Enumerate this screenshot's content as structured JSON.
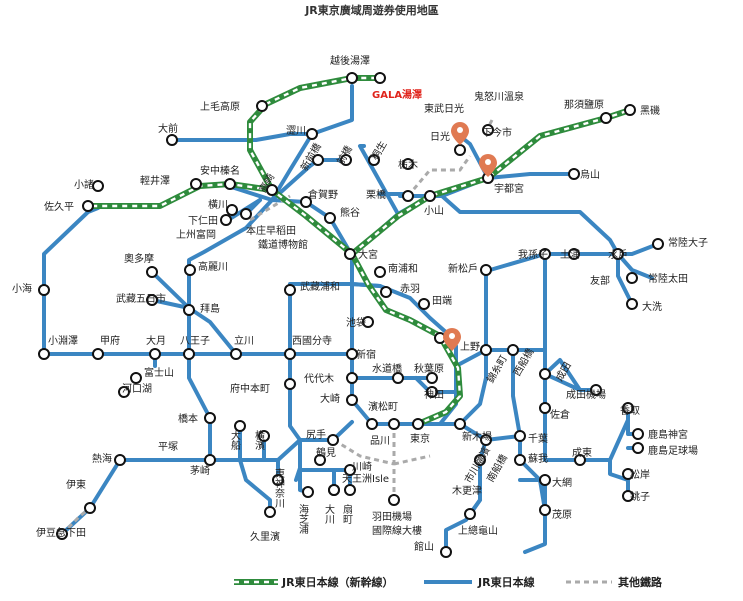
{
  "title": "JR東京廣域周遊券使用地區",
  "highlight_label": "GALA湯澤",
  "colors": {
    "jr_line": "#3b86c2",
    "shinkansen": "#2e8b3c",
    "other_line": "#aaaaaa",
    "pin": "#e07a52",
    "highlight_text": "#e0241c"
  },
  "stations": {
    "echigo_yuzawa": "越後湯澤",
    "kamimoku_kogen": "上毛高原",
    "omae": "大前",
    "shibukawa": "澀川",
    "takasaki": "高崎",
    "shin_maebashi": "新前橋",
    "maebashi": "前橋",
    "kiryu": "桐生",
    "annaka_haruna": "安中榛名",
    "karuizawa": "輕井澤",
    "komoro": "小諸",
    "sakudaira": "佐久平",
    "yokokawa": "橫川",
    "shimonita": "下仁田",
    "kamishu_tomioka": "上州富岡",
    "kuragano": "倉賀野",
    "kumagaya": "熊谷",
    "honjo_waseda": "本庄早稻田",
    "tetsudo_hakubutsukan": "鐵道博物館",
    "omiya": "大宮",
    "tobu_nikko": "東武日光",
    "nikko": "日光",
    "kinugawa_onsen": "鬼怒川溫泉",
    "shimo_imaichi": "下今市",
    "nasushiobara": "那須鹽原",
    "kuroiso": "黑磯",
    "utsunomiya": "宇都宮",
    "karasuyama": "烏山",
    "tochigi": "栃木",
    "kurihashi": "栗橋",
    "oyama": "小山",
    "minami_urawa": "南浦和",
    "musashi_urawa": "武藏浦和",
    "akabane": "赤羽",
    "tabata": "田端",
    "ikebukuro": "池袋",
    "ueno": "上野",
    "shinmatsudo": "新松戶",
    "abiko": "我孫子",
    "tsuchiura": "土浦",
    "mito": "水戶",
    "tomobe": "友部",
    "hitachi_daigo": "常陸大子",
    "hitachi_ota": "常陸太田",
    "oarai": "大洗",
    "okutama": "奧多摩",
    "takaosan_cho": "高麗川",
    "musashi_itsukaichi": "武藏五日市",
    "haijima": "拜島",
    "komi": "小海",
    "kobuchizawa": "小淵澤",
    "kofu": "甲府",
    "otsuki": "大月",
    "hachioji": "八王子",
    "tachikawa": "立川",
    "nishi_kokubunji": "西國分寺",
    "shinjuku": "新宿",
    "fujisan": "富士山",
    "kawaguchiko": "河口湖",
    "fuchu_hommachi": "府中本町",
    "yoyogi": "代代木",
    "suidobashi": "水道橋",
    "akihabara": "秋葉原",
    "kinshicho": "錦糸町",
    "nishi_funabashi": "西船橋",
    "narita": "成田",
    "narita_airport": "成田機場",
    "sakura": "佐倉",
    "katori": "香取",
    "kashima_jingu": "鹿島神宮",
    "kashima_stadium": "鹿島足球場",
    "choshi": "銚子",
    "matsugishi": "松岸",
    "osaki": "大崎",
    "hamamatsucho": "濱松町",
    "kanda": "神田",
    "tokyo": "東京",
    "shin_kiba": "新木場",
    "shinagawa": "品川",
    "shitte": "尻手",
    "tsurumi": "鶴見",
    "kawasaki": "川崎",
    "tennozu_isle": "天王洲Isle",
    "umi_shibaura": "海芝浦",
    "okawa": "大川",
    "ogimachi": "扇町",
    "haneda": "羽田機場",
    "haneda_intl": "國際線大樓",
    "hashimoto": "橋本",
    "hiratsuka": "平塚",
    "atami": "熱海",
    "chigasaki": "茅崎",
    "ofuna": "大船",
    "yokohama": "橫濱",
    "higashi_kanagawa": "東神奈川",
    "kurihama": "久里濱",
    "ito": "伊東",
    "izukyu_shimoda": "伊豆急下田",
    "chiba": "千葉",
    "ichikawa_shiohama": "市川鹽濱",
    "minami_funabashi": "南船橋",
    "soga": "蘇我",
    "kisarazu": "木更津",
    "kazusa_kameyama": "上總龜山",
    "oami": "大網",
    "togane": "成東",
    "mobara": "茂原",
    "tateyama": "館山"
  },
  "legend": {
    "shinkansen": "JR東日本線（新幹線）",
    "jr": "JR東日本線",
    "other": "其他鐵路"
  }
}
